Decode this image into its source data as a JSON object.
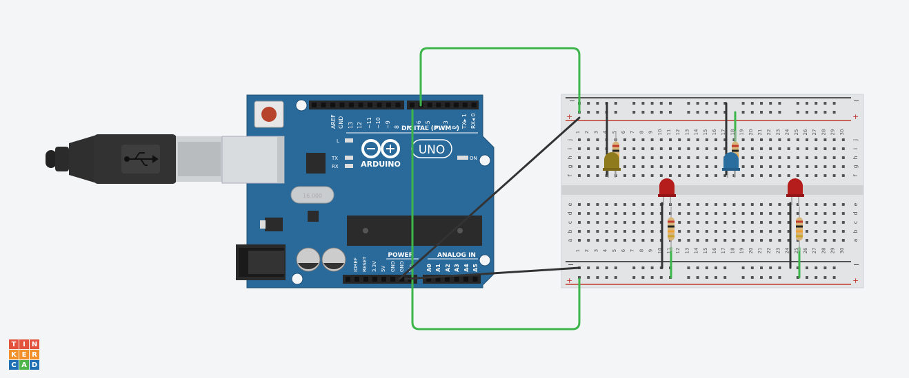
{
  "arduino": {
    "brand": "ARDUINO",
    "model": "UNO",
    "header_top_labels": [
      "AREF",
      "GND",
      "13",
      "12",
      "~11",
      "~10",
      "~9",
      "8",
      "7",
      "~6",
      "~5",
      "4",
      "~3",
      "2",
      "TX▸ 1",
      "RX◂ 0"
    ],
    "digital_label": "DIGITAL (PWM~)",
    "led_l": "L",
    "led_tx": "TX",
    "led_rx": "RX",
    "led_on": "ON",
    "power_title": "POWER",
    "analog_title": "ANALOG IN",
    "power_pins": [
      "IOREF",
      "RESET",
      "3.3V",
      "5V",
      "GND",
      "GND",
      "Vin"
    ],
    "analog_pins": [
      "A0",
      "A1",
      "A2",
      "A3",
      "A4",
      "A5"
    ],
    "crystal_text": "16.000"
  },
  "breadboard": {
    "minus": "−",
    "plus": "+",
    "rows_top": [
      "j",
      "i",
      "h",
      "g",
      "f"
    ],
    "rows_bottom": [
      "e",
      "d",
      "c",
      "b",
      "a"
    ],
    "columns": [
      "1",
      "2",
      "3",
      "4",
      "5",
      "6",
      "7",
      "8",
      "9",
      "10",
      "11",
      "12",
      "13",
      "14",
      "15",
      "16",
      "17",
      "18",
      "19",
      "20",
      "21",
      "22",
      "23",
      "24",
      "25",
      "26",
      "27",
      "28",
      "29",
      "30"
    ]
  },
  "logo": [
    "T",
    "I",
    "N",
    "K",
    "E",
    "R",
    "C",
    "A",
    "D"
  ],
  "colors": {
    "board": "#2a6a9b",
    "wire_green": "#3cb54a",
    "wire_black": "#333333",
    "led_red": "#b51c1c",
    "led_yellow": "#8f7a1d",
    "led_blue": "#2a6ea0",
    "logo_red": "#e2523c",
    "logo_orange": "#f2912a",
    "logo_blue": "#1f6fb5",
    "logo_green": "#4eb54a"
  }
}
